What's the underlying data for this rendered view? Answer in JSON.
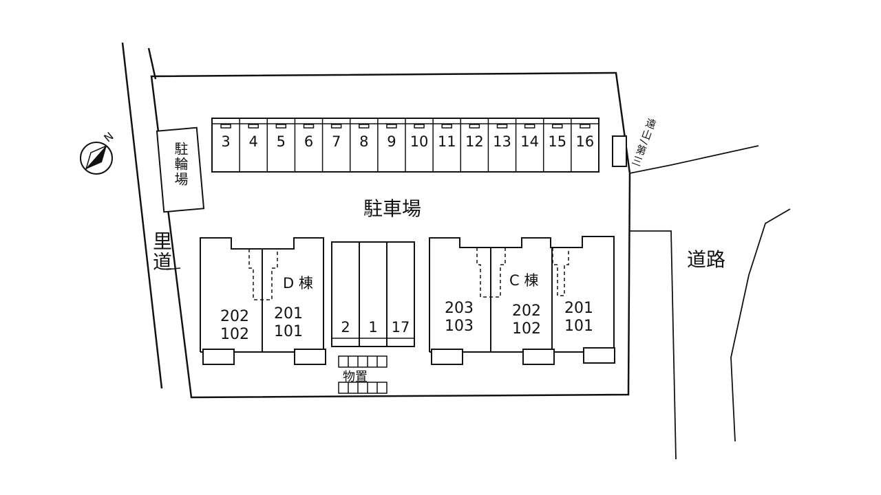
{
  "labels": {
    "parking": "駐車場",
    "bicycle_parking": "駐輪場",
    "village_road": "里道",
    "road": "道路",
    "storage": "物置",
    "d_building": "D 棟",
    "c_building": "C 棟",
    "compass": "N",
    "sign": "遠山/第三"
  },
  "top_spaces": [
    "3",
    "4",
    "5",
    "6",
    "7",
    "8",
    "9",
    "10",
    "11",
    "12",
    "13",
    "14",
    "15",
    "16"
  ],
  "middle_spaces": [
    "2",
    "1",
    "17"
  ],
  "d_units": [
    {
      "upper": "202",
      "lower": "102"
    },
    {
      "upper": "201",
      "lower": "101"
    }
  ],
  "c_units": [
    {
      "upper": "203",
      "lower": "103"
    },
    {
      "upper": "202",
      "lower": "102"
    },
    {
      "upper": "201",
      "lower": "101"
    }
  ]
}
